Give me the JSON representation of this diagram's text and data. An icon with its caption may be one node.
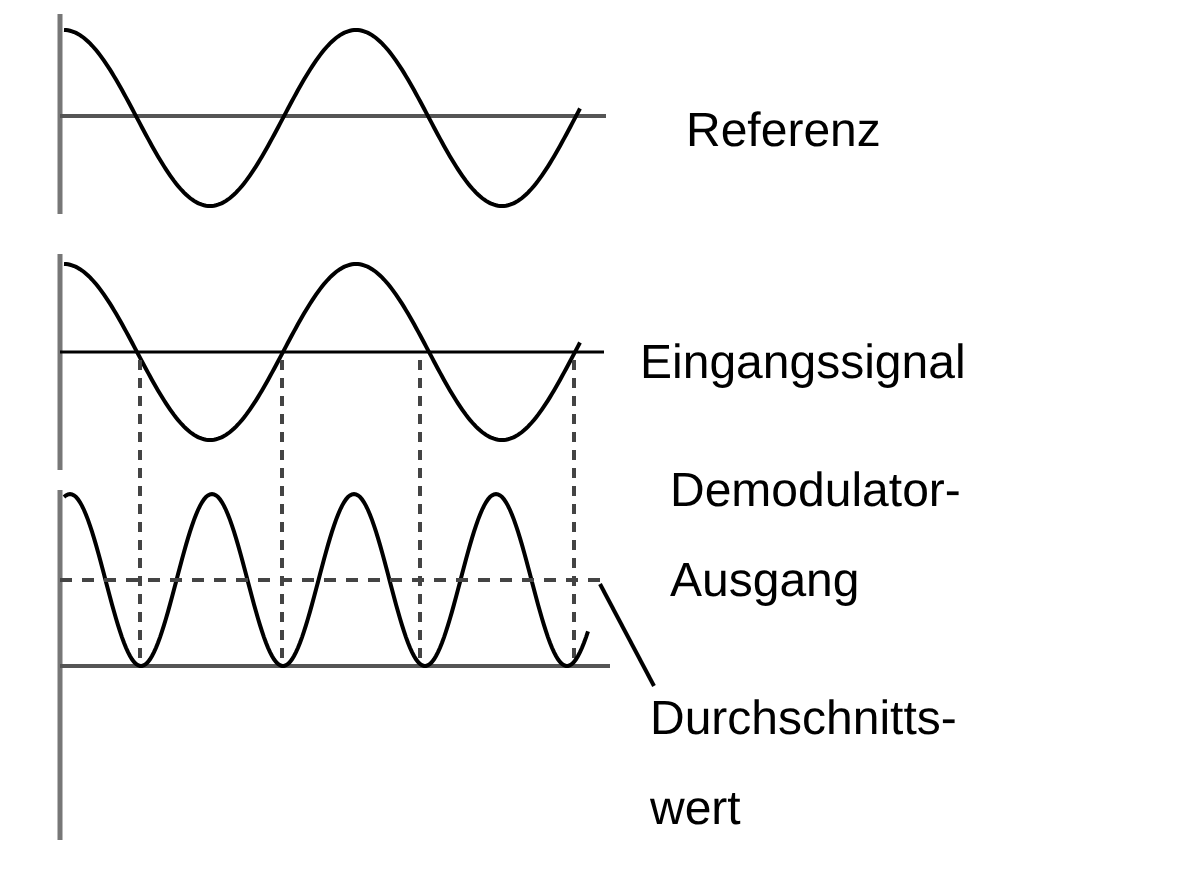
{
  "diagram": {
    "nodes": [
      {
        "text": [
          "Durchschnitts- wert"
        ]
      },
      {
        "text": [],
        "shape": "bar"
      }
    ],
    "edges": [
      {
        "from": 0,
        "to": 1,
        "arrow": "none"
      }
    ],
    "labels": [
      "Referenz",
      "Eingangssignal",
      "Demodulator- Ausgang"
    ]
  }
}
